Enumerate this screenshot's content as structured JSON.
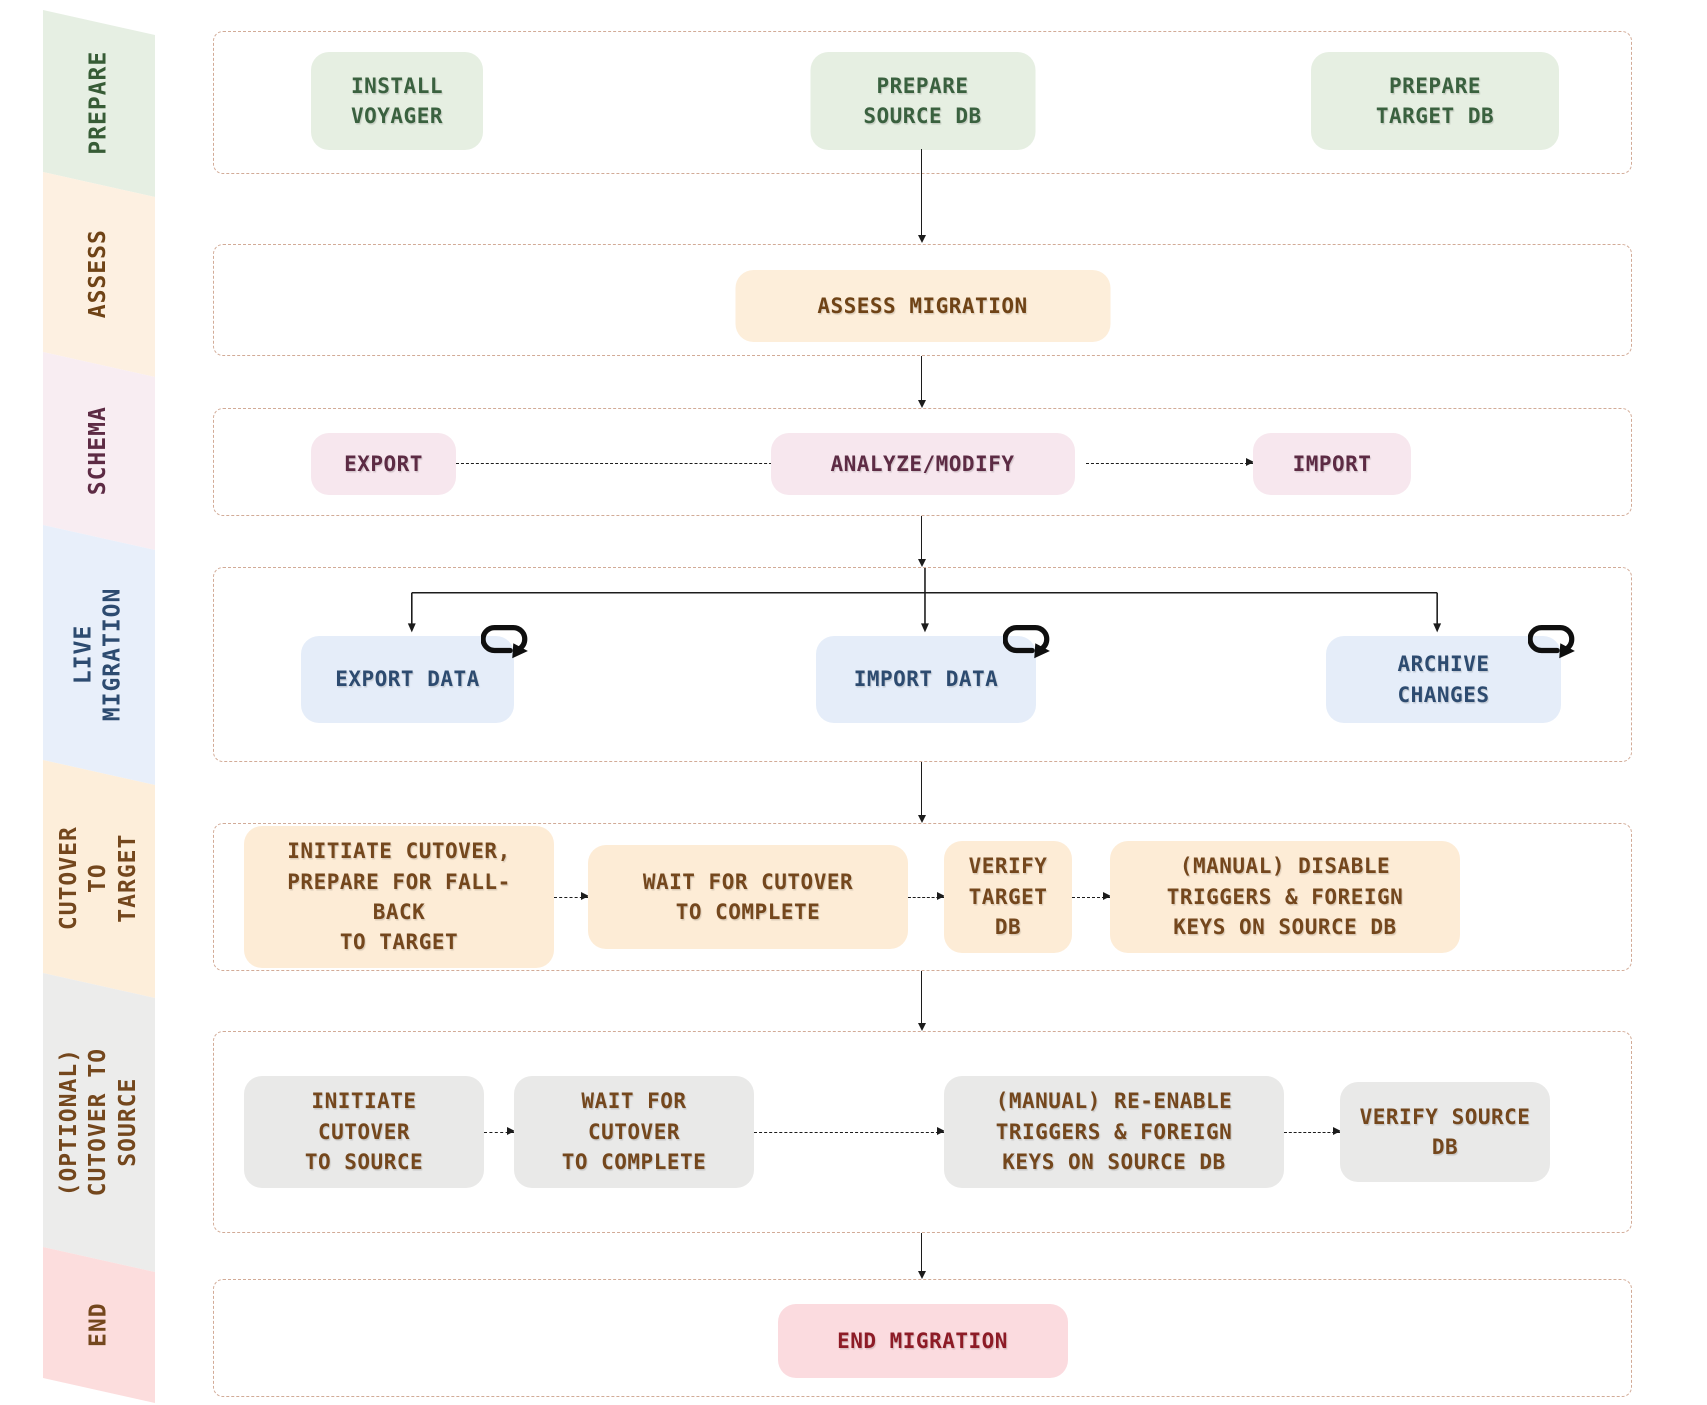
{
  "palette": {
    "container_border": "#d2ab97",
    "connector": "#1c1c1c",
    "prepare_bg": "#e6efe2",
    "prepare_text": "#3a613f",
    "assess_bg": "#fdeeda",
    "assess_text": "#6f4316",
    "schema_bg": "#f7e7ee",
    "schema_text": "#5d2b44",
    "live_bg": "#e5edf9",
    "live_text": "#2d4b70",
    "cutover_target_bg": "#fdecd6",
    "cutover_target_text": "#74471d",
    "cutover_source_bg": "#e9e9e8",
    "cutover_source_text": "#74471d",
    "end_bg": "#fbdbdf",
    "end_text": "#8d1b26"
  },
  "sidebar": {
    "segments": [
      {
        "label": "PREPARE",
        "bg": "#e6efe3",
        "color": "#375c36"
      },
      {
        "label": "ASSESS",
        "bg": "#fdf0e1",
        "color": "#6f4316"
      },
      {
        "label": "SCHEMA",
        "bg": "#f8edf2",
        "color": "#5d2b44"
      },
      {
        "label": "LIVE\nMIGRATION",
        "bg": "#e8effa",
        "color": "#2d4b70"
      },
      {
        "label": "CUTOVER TO\nTARGET",
        "bg": "#fdeeda",
        "color": "#74471d"
      },
      {
        "label": "(OPTIONAL)\nCUTOVER TO\nSOURCE",
        "bg": "#ececeb",
        "color": "#74471d"
      },
      {
        "label": "END",
        "bg": "#fcdddd",
        "color": "#74471d"
      }
    ]
  },
  "rows": [
    {
      "phase": "PREPARE",
      "boxes": [
        {
          "label": "INSTALL\nVOYAGER"
        },
        {
          "label": "PREPARE\nSOURCE DB"
        },
        {
          "label": "PREPARE\nTARGET DB"
        }
      ]
    },
    {
      "phase": "ASSESS",
      "boxes": [
        {
          "label": "ASSESS MIGRATION"
        }
      ]
    },
    {
      "phase": "SCHEMA",
      "boxes": [
        {
          "label": "EXPORT"
        },
        {
          "label": "ANALYZE/MODIFY"
        },
        {
          "label": "IMPORT"
        }
      ]
    },
    {
      "phase": "LIVE MIGRATION",
      "boxes": [
        {
          "label": "EXPORT DATA",
          "icon": "repeat-loop-icon"
        },
        {
          "label": "IMPORT DATA",
          "icon": "repeat-loop-icon"
        },
        {
          "label": "ARCHIVE\nCHANGES",
          "icon": "repeat-loop-icon"
        }
      ]
    },
    {
      "phase": "CUTOVER TO TARGET",
      "boxes": [
        {
          "label": "INITIATE CUTOVER,\nPREPARE FOR FALL-BACK\nTO TARGET"
        },
        {
          "label": "WAIT FOR CUTOVER\nTO COMPLETE"
        },
        {
          "label": "VERIFY\nTARGET\nDB"
        },
        {
          "label": "(MANUAL) DISABLE\nTRIGGERS & FOREIGN\nKEYS ON SOURCE DB"
        }
      ]
    },
    {
      "phase": "(OPTIONAL) CUTOVER TO SOURCE",
      "boxes": [
        {
          "label": "INITIATE CUTOVER\nTO SOURCE"
        },
        {
          "label": "WAIT FOR CUTOVER\nTO COMPLETE"
        },
        {
          "label": "(MANUAL) RE-ENABLE\nTRIGGERS & FOREIGN\nKEYS ON SOURCE DB"
        },
        {
          "label": "VERIFY SOURCE\nDB"
        }
      ]
    },
    {
      "phase": "END",
      "boxes": [
        {
          "label": "END MIGRATION"
        }
      ]
    }
  ]
}
